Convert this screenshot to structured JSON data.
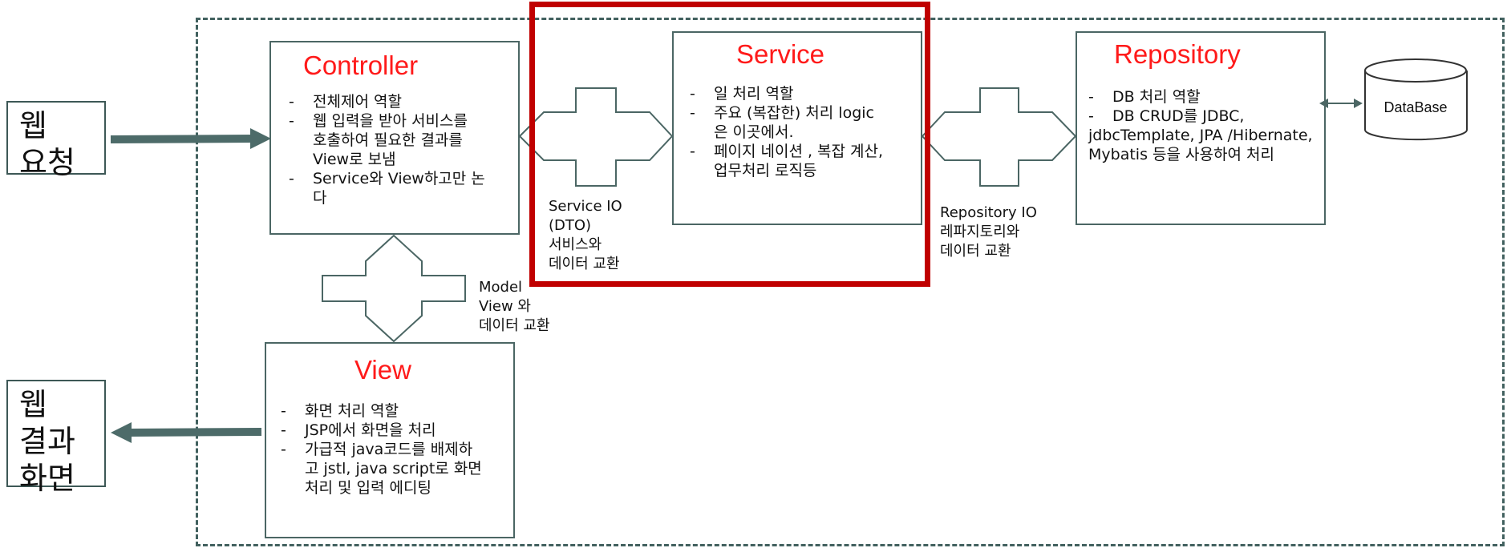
{
  "diagram": {
    "left_boxes": {
      "request": "웹\n요청",
      "result": "웹\n결과\n화면"
    },
    "controller": {
      "title": "Controller",
      "items": [
        "전체제어 역할",
        "웹 입력을 받아 서비스를\n호출하여 필요한 결과를\nView로 보냄",
        "Service와 View하고만  논\n다"
      ]
    },
    "service": {
      "title": "Service",
      "items": [
        "일 처리 역할",
        "주요 (복잡한) 처리 logic\n은 이곳에서.",
        "페이지 네이션 , 복잡 계산,\n업무처리 로직등"
      ]
    },
    "repository": {
      "title": "Repository",
      "items": [
        "DB 처리 역할",
        "DB CRUD를 JDBC,"
      ],
      "continuation": "jdbcTemplate, JPA /Hibernate,\nMybatis 등을 사용하여 처리"
    },
    "view": {
      "title": "View",
      "items": [
        "화면 처리 역할",
        "JSP에서 화면을 처리",
        "가급적 java코드를 배제하\n고 jstl, java script로 화면\n처리 및 입력 에디팅"
      ]
    },
    "database": {
      "label": "DataBase"
    },
    "labels": {
      "service_io": "Service IO\n(DTO)\n서비스와\n데이터 교환",
      "repository_io": "Repository IO\n레파지토리와\n데이터 교환",
      "model": "Model\nView 와\n데이터 교환"
    },
    "colors": {
      "title_red": "#ff1a1a",
      "highlight": "#c00000",
      "arrow": "#4d6b69",
      "border": "#4b6664"
    },
    "icons": {
      "request_arrow": "arrow-right-icon",
      "result_arrow": "arrow-left-icon",
      "service_io_arrow": "double-arrow-horizontal-icon",
      "repository_io_arrow": "double-arrow-horizontal-icon",
      "model_arrow": "double-arrow-vertical-icon",
      "db_link": "double-arrow-horizontal-icon",
      "database": "database-cylinder-icon"
    }
  }
}
